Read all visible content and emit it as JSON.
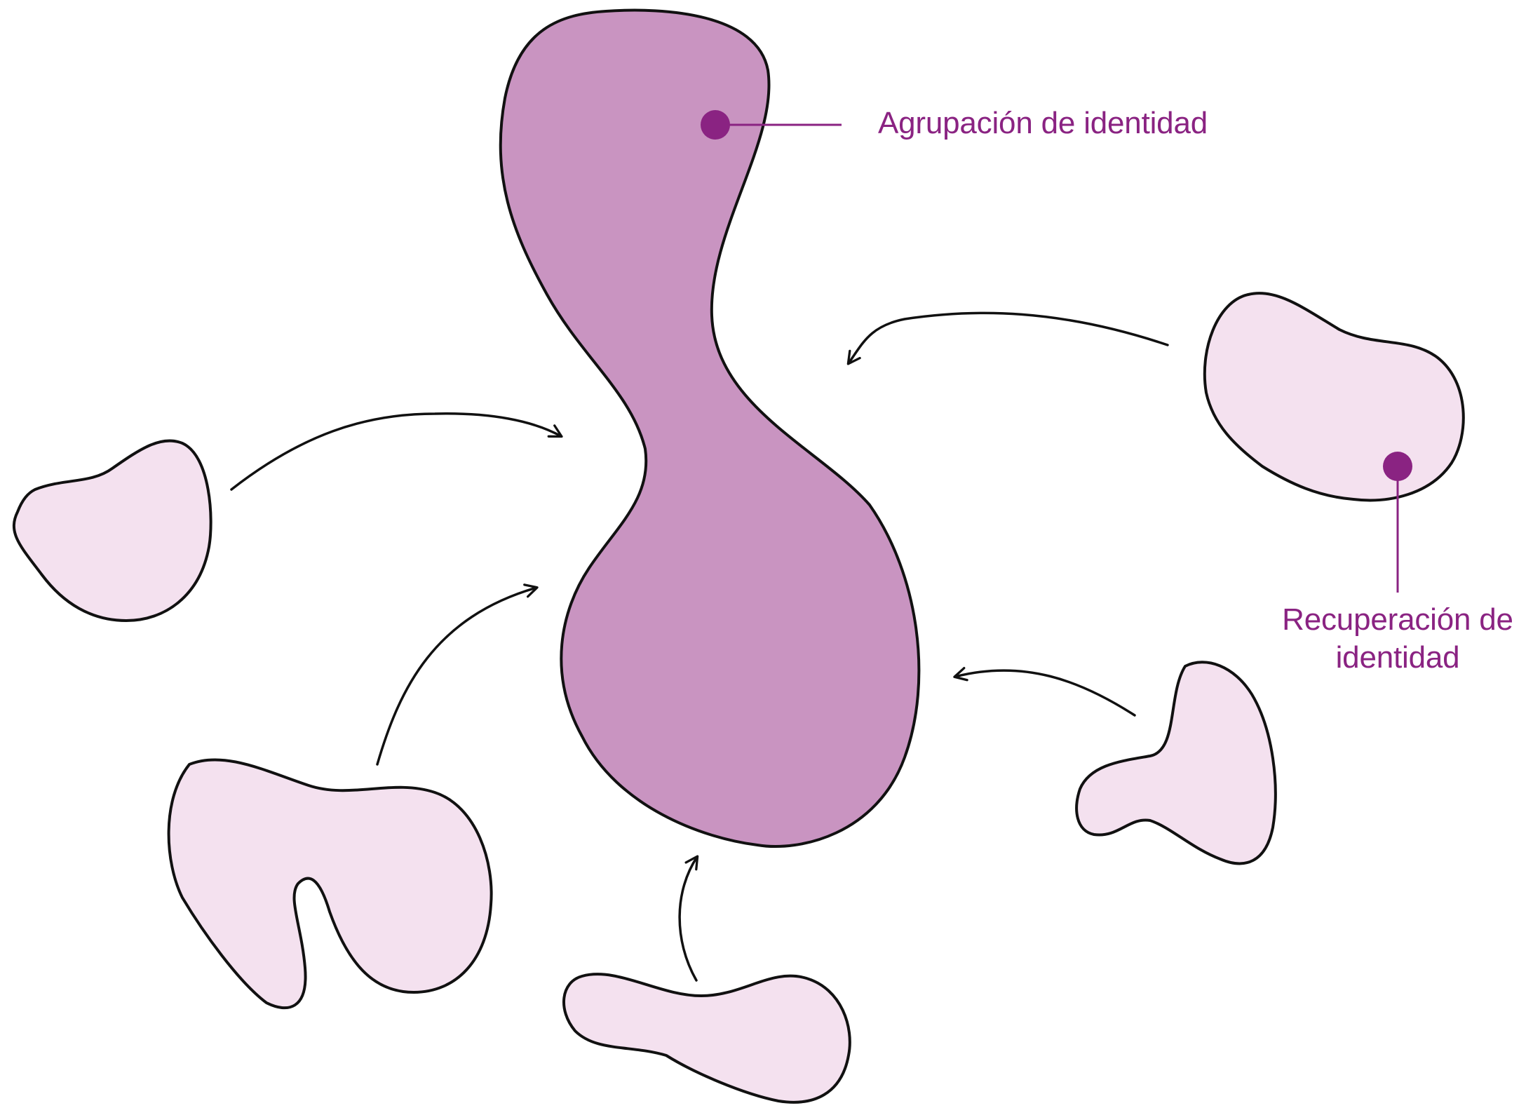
{
  "labels": {
    "top": "Agrupación de identidad",
    "bottom_line1": "Recuperación de",
    "bottom_line2": "identidad"
  },
  "colors": {
    "main_fill": "#c994c1",
    "blob_fill": "#f4e1ef",
    "accent": "#8a2382",
    "stroke": "#111111"
  }
}
